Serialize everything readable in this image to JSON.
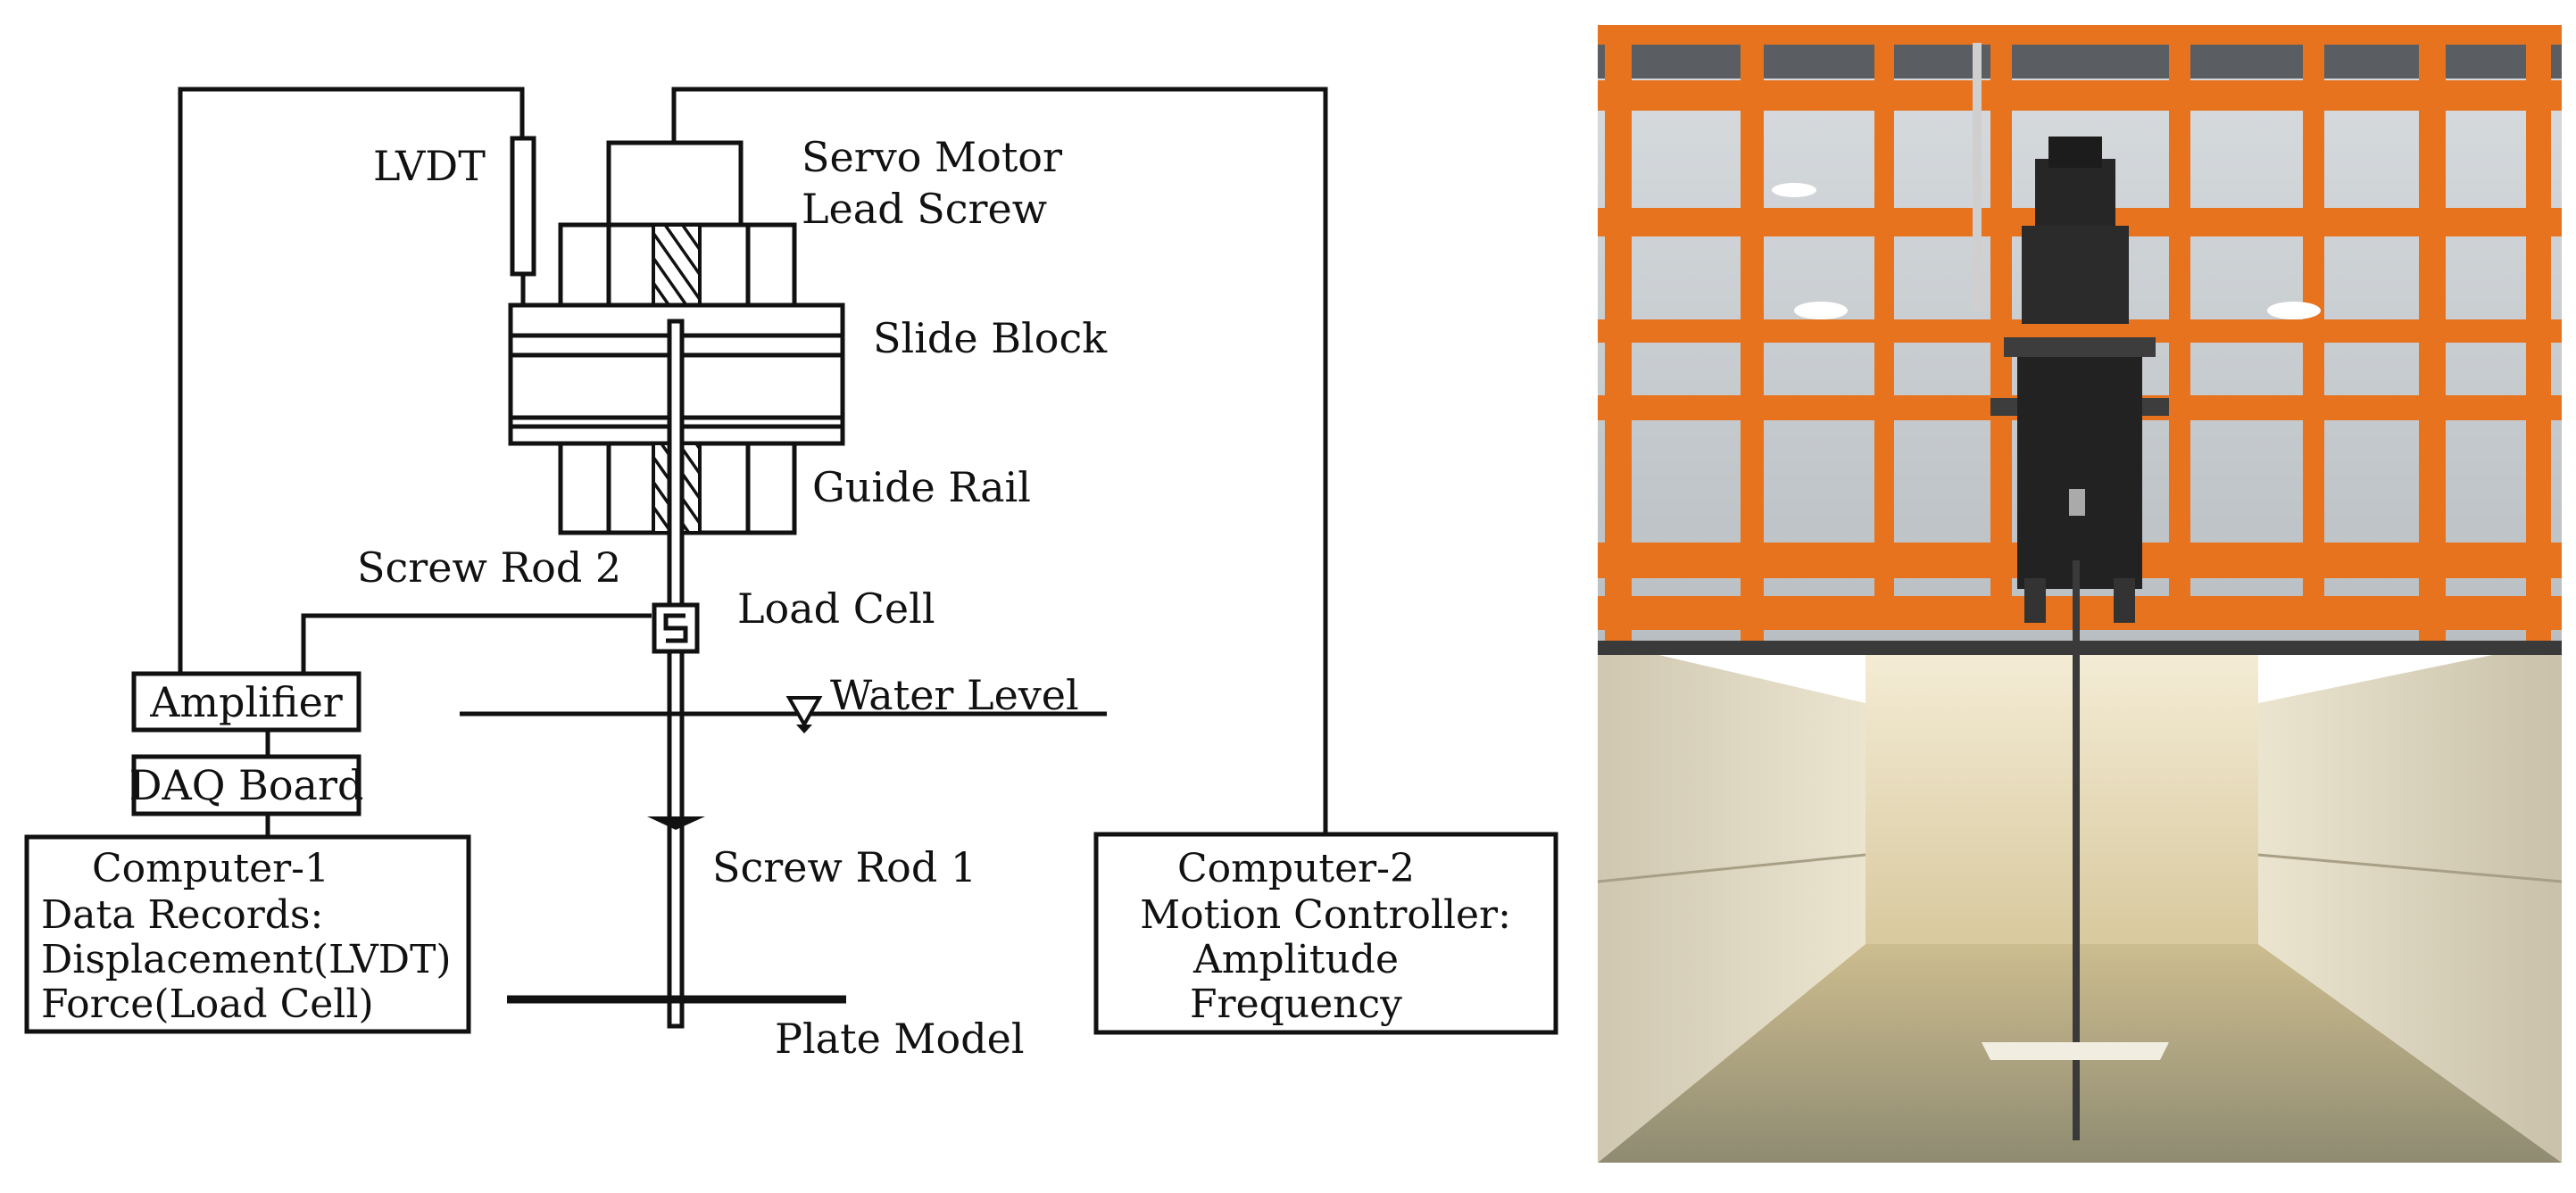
{
  "labels": {
    "lvdt": "LVDT",
    "servo_motor": "Servo Motor",
    "lead_screw": "Lead Screw",
    "slide_block": "Slide Block",
    "guide_rail": "Guide Rail",
    "screw_rod_2": "Screw Rod 2",
    "load_cell": "Load Cell",
    "water_level": "Water Level",
    "screw_rod_1": "Screw Rod 1",
    "plate_model": "Plate Model",
    "amplifier": "Amplifier",
    "daq_board": "DAQ Board"
  },
  "computer_1": {
    "title": "Computer-1",
    "line1": "Data Records:",
    "line2": "Displacement(LVDT)",
    "line3": "Force(Load Cell)"
  },
  "computer_2": {
    "title": "Computer-2",
    "line1": "Motion Controller:",
    "line2": "Amplitude",
    "line3": "Frequency"
  },
  "colors": {
    "frame_orange": "#e8731e",
    "water": "#c9b98f",
    "tank_wall": "#e4e0d4"
  }
}
